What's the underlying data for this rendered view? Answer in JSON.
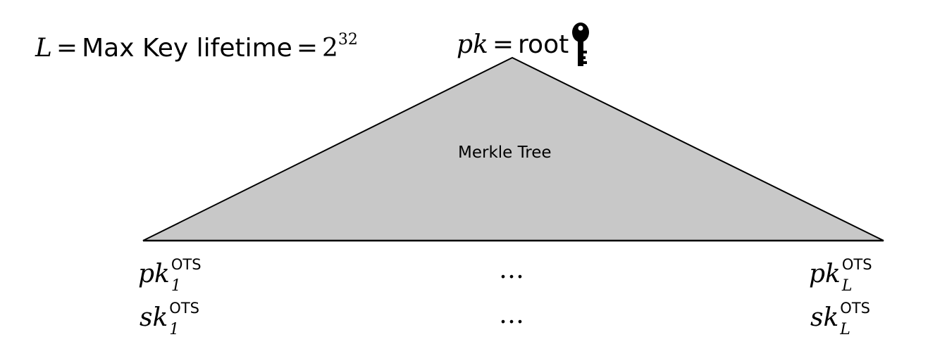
{
  "colors": {
    "tree_fill": "#c8c8c8",
    "stroke": "#000000",
    "background": "#ffffff"
  },
  "header": {
    "lifetime_var": "L",
    "lifetime_eq": "=",
    "lifetime_text": "Max Key lifetime",
    "lifetime_eq2": "=",
    "lifetime_base": "2",
    "lifetime_exp": "32"
  },
  "root": {
    "var": "pk",
    "eq": "=",
    "label": "root",
    "icon": "key-icon"
  },
  "tree": {
    "label": "Merkle Tree"
  },
  "leaves": {
    "pk_first": {
      "var": "pk",
      "sub": "1",
      "sup": "OTS"
    },
    "pk_last": {
      "var": "pk",
      "sub": "L",
      "sup": "OTS"
    },
    "sk_first": {
      "var": "sk",
      "sub": "1",
      "sup": "OTS"
    },
    "sk_last": {
      "var": "sk",
      "sub": "L",
      "sup": "OTS"
    },
    "ellipsis_pk": "…",
    "ellipsis_sk": "…"
  }
}
